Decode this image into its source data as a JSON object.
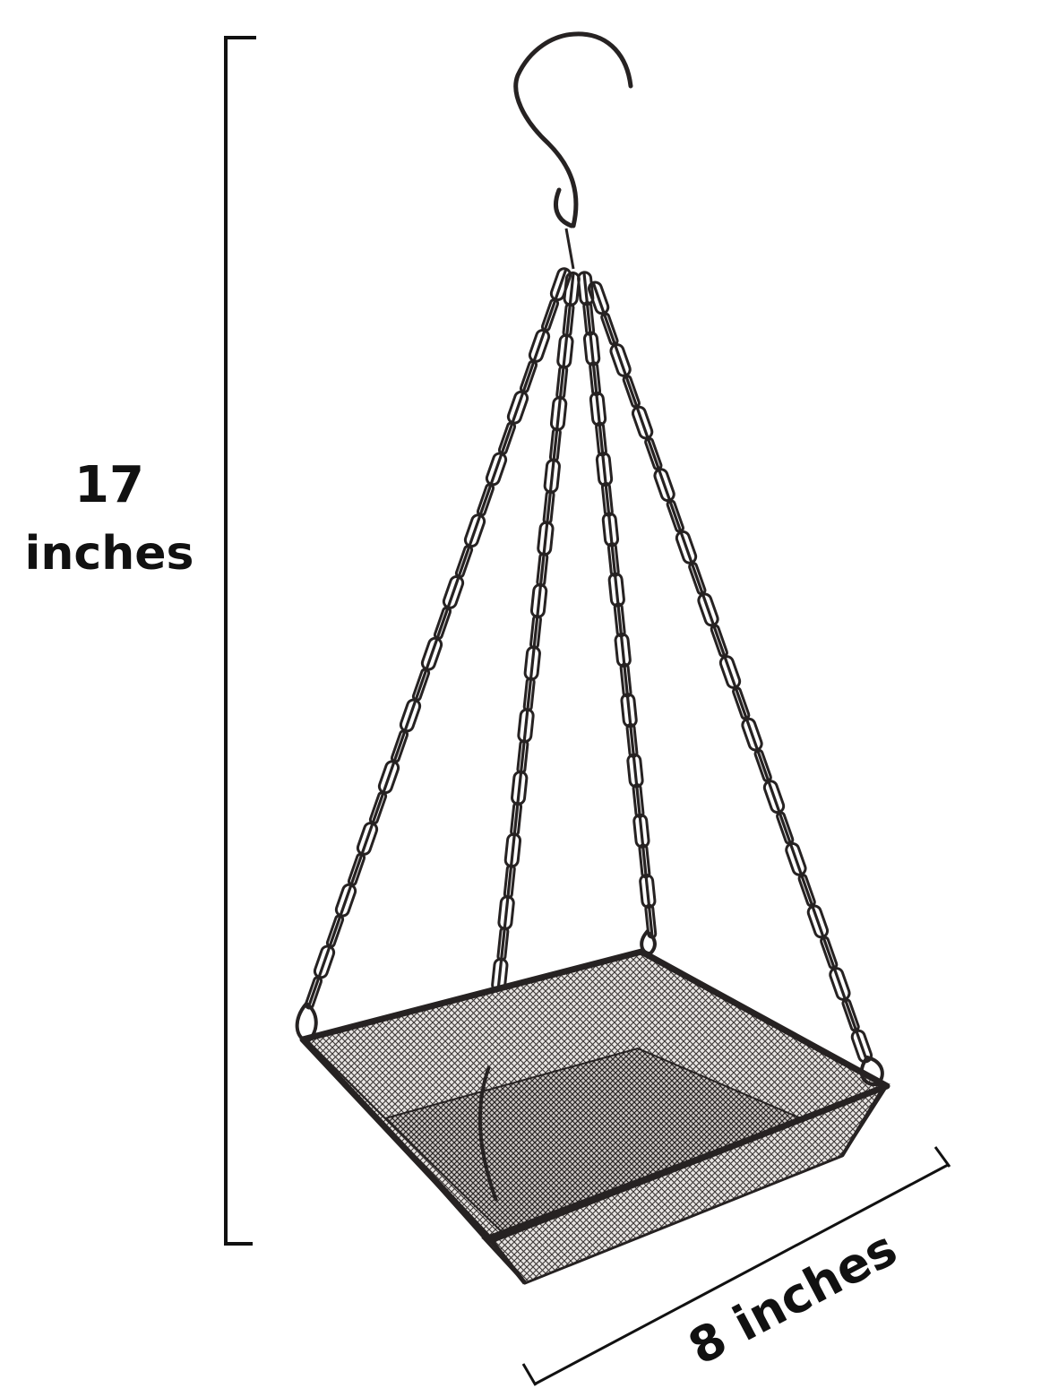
{
  "height_label": {
    "number": "17",
    "unit": "inches"
  },
  "width_label": "8 inches",
  "colors": {
    "background": "#ffffff",
    "product": "#262222",
    "mesh": "#3a3534",
    "dimension_line": "#111111"
  }
}
